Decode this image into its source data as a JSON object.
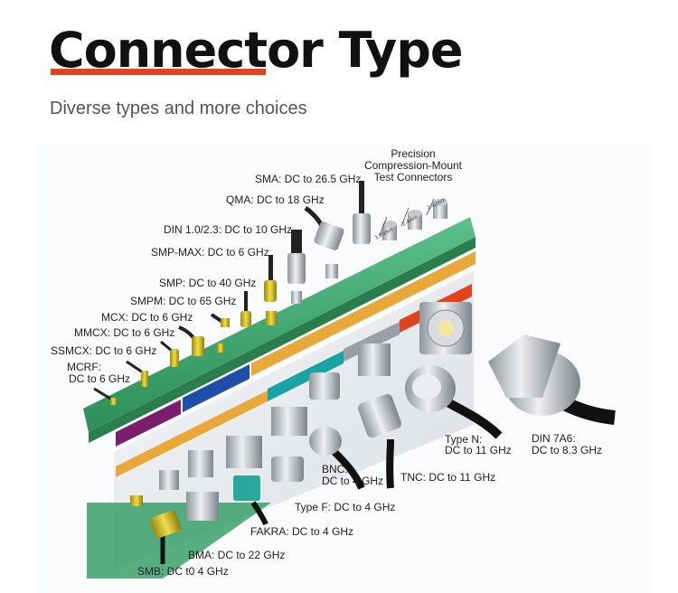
{
  "header": {
    "title": "Connector Type",
    "subtitle": "Diverse types and more choices"
  },
  "colors": {
    "accent_underline": "#e0441f",
    "board_green": "#3aa16a",
    "stripe_orange": "#e8a93a",
    "stripe_purple": "#7a1f6e",
    "stripe_blue": "#1d4fa8",
    "stripe_teal": "#1aa3a3",
    "stripe_red": "#e0441f",
    "connector_yellow": "#d9c21f",
    "connector_teal": "#2aa89c",
    "metal": "#c9cdd2"
  },
  "labels": {
    "precision_line1": "Precision",
    "precision_line2": "Compression-Mount",
    "precision_line3": "Test Connectors",
    "size_185": "1.85mm",
    "size_24": "2.4mm",
    "size_292": "2.92mm",
    "sma": "SMA: DC to 26.5 GHz",
    "qma": "QMA: DC to 18 GHz",
    "din123": "DIN 1.0/2.3: DC to 10 GHz",
    "smpmax": "SMP-MAX: DC to 6 GHz",
    "smp": "SMP: DC to 40 GHz",
    "smpm": "SMPM: DC to 65 GHz",
    "mcx": "MCX: DC to 6 GHz",
    "mmcx": "MMCX: DC to 6 GHz",
    "ssmcx": "SSMCX: DC to 6 GHz",
    "mcrf_line1": "MCRF:",
    "mcrf_line2": "DC to 6 GHz",
    "typen_line1": "Type N:",
    "typen_line2": "DC to 11 GHz",
    "din7a6_line1": "DIN 7A6:",
    "din7a6_line2": "DC to 8.3 GHz",
    "bnc_line1": "BNC:",
    "bnc_line2": "DC to 4 GHz",
    "tnc": "TNC: DC to 11 GHz",
    "typef": "Type F: DC to 4 GHz",
    "fakra": "FAKRA: DC to 4 GHz",
    "bma": "BMA: DC to 22 GHz",
    "smb": "SMB: DC t0 4 GHz"
  }
}
